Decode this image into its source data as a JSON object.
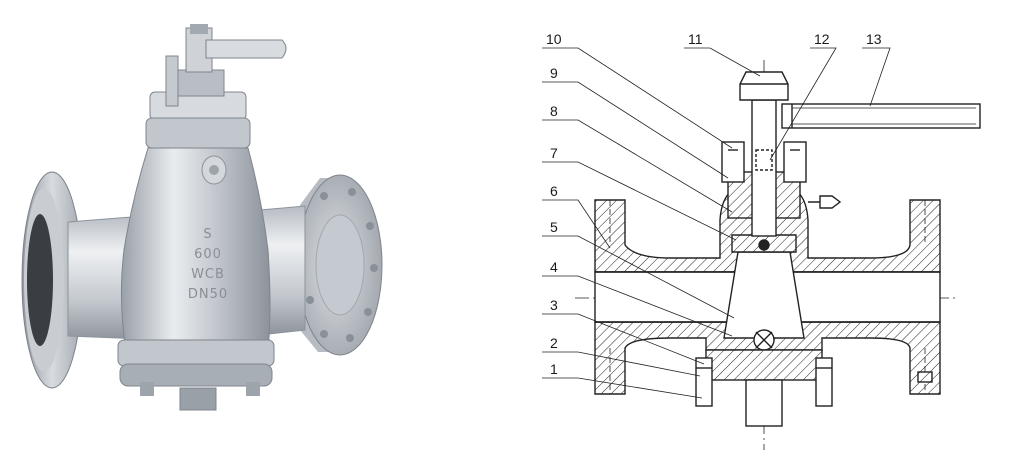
{
  "photo": {
    "body_markings": [
      "S",
      "600",
      "WCB",
      "DN50"
    ]
  },
  "drawing": {
    "part_numbers": [
      "1",
      "2",
      "3",
      "4",
      "5",
      "6",
      "7",
      "8",
      "9",
      "10",
      "11",
      "12",
      "13"
    ]
  }
}
